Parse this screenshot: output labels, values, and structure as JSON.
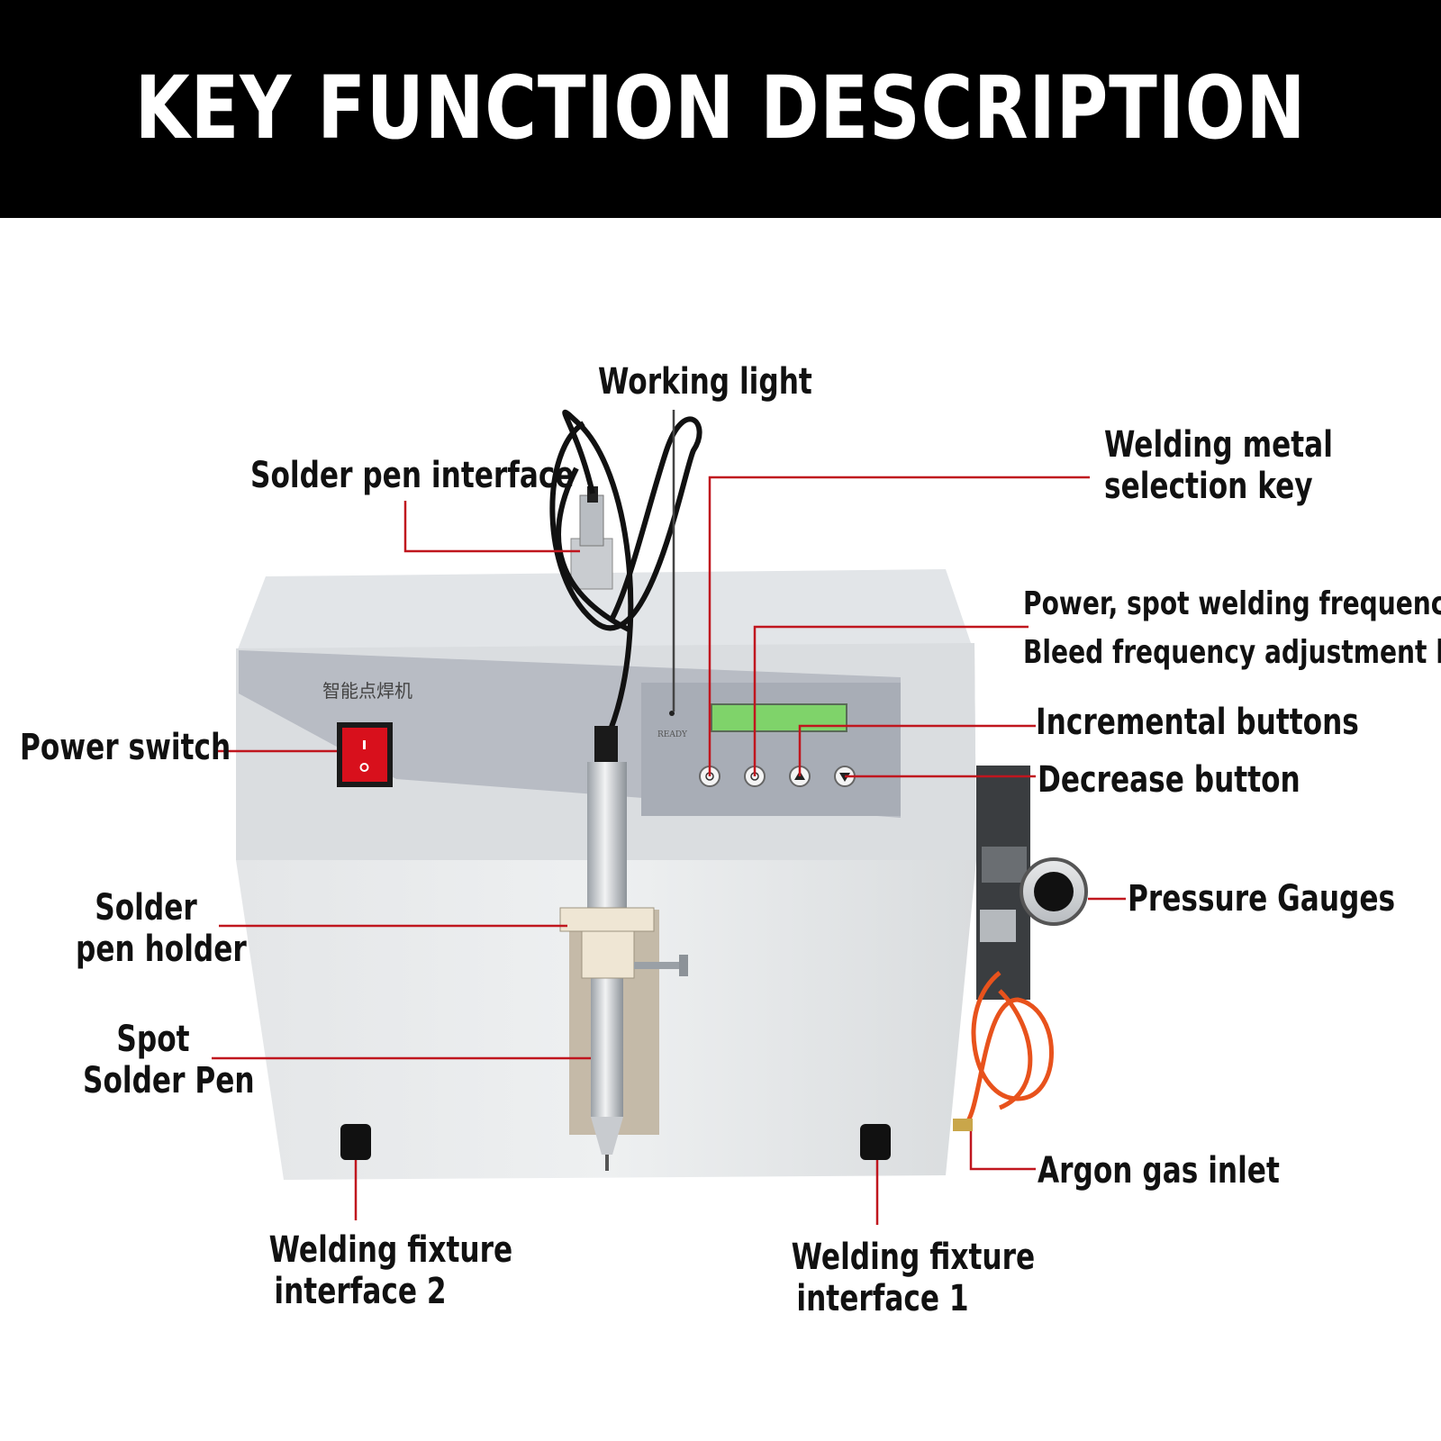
{
  "title": "KEY FUNCTION DESCRIPTION",
  "panel_brand": "智能点焊机",
  "ready_label": "READY",
  "labels": {
    "working_light": "Working light",
    "solder_pen_interface": "Solder pen interface",
    "welding_metal_line1": "Welding metal",
    "welding_metal_line2": "selection key",
    "power_freq_line1": "Power, spot welding frequency",
    "power_freq_line2": "Bleed frequency adjustment key",
    "incremental_buttons": "Incremental buttons",
    "decrease_button": "Decrease button",
    "power_switch": "Power switch",
    "pressure_gauges": "Pressure Gauges",
    "solder_pen_holder_line1": "Solder",
    "solder_pen_holder_line2": "pen holder",
    "spot_solder_pen_line1": "Spot",
    "spot_solder_pen_line2": "Solder Pen",
    "argon_gas_inlet": "Argon gas inlet",
    "fixture2_line1": "Welding fixture",
    "fixture2_line2": "interface 2",
    "fixture1_line1": "Welding fixture",
    "fixture1_line2": "interface 1"
  },
  "colors": {
    "header_bg": "#000000",
    "leader_line": "#c0161e",
    "switch_red": "#d8101c",
    "lcd_green": "#7fd36a",
    "hose_orange": "#e8521c"
  }
}
